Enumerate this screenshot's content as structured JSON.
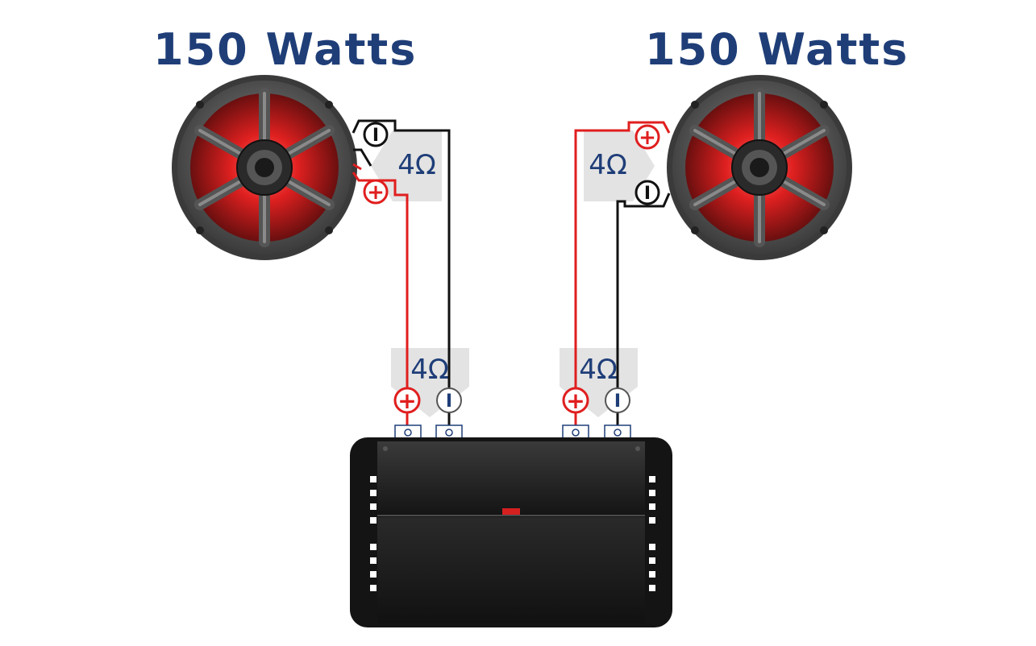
{
  "speakers": [
    {
      "label": "150 Watts",
      "impedance": "4Ω",
      "terminals": {
        "pos": "+",
        "neg": "I"
      }
    },
    {
      "label": "150 Watts",
      "impedance": "4Ω",
      "terminals": {
        "pos": "+",
        "neg": "I"
      }
    }
  ],
  "amplifier": {
    "channels": [
      {
        "impedance": "4Ω",
        "pos": "+",
        "neg": "I"
      },
      {
        "impedance": "4Ω",
        "pos": "+",
        "neg": "I"
      }
    ]
  },
  "colors": {
    "title": "#1f3e78",
    "positive_wire": "#e01e1e",
    "negative_wire": "#111111",
    "speaker_glow": "#e02020",
    "amplifier_body": "#1c1c1c",
    "ohm_tag": "#e3e3e3"
  }
}
